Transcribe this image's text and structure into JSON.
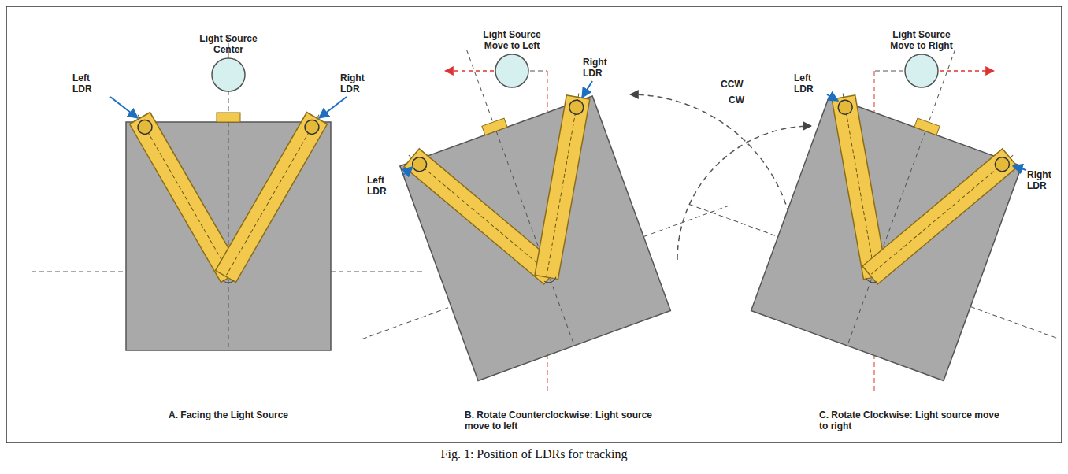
{
  "diagram": {
    "caption": "Fig. 1: Position of LDRs for tracking",
    "nodes": [
      {
        "text": [
          "Light Source Center"
        ]
      },
      {
        "text": [
          "Light Source Move to Left"
        ]
      },
      {
        "text": [
          "Light Source Move to Right"
        ]
      }
    ],
    "labels": [
      "Left LDR",
      "Right LDR",
      "Left LDR",
      "Right LDR",
      "CCW",
      "CW",
      "Left LDR",
      "Right LDR",
      "A. Facing the Light Source",
      "B. Rotate Counterclockwise: Light source move to left",
      "C. Rotate Clockwise: Light source move to right"
    ]
  }
}
